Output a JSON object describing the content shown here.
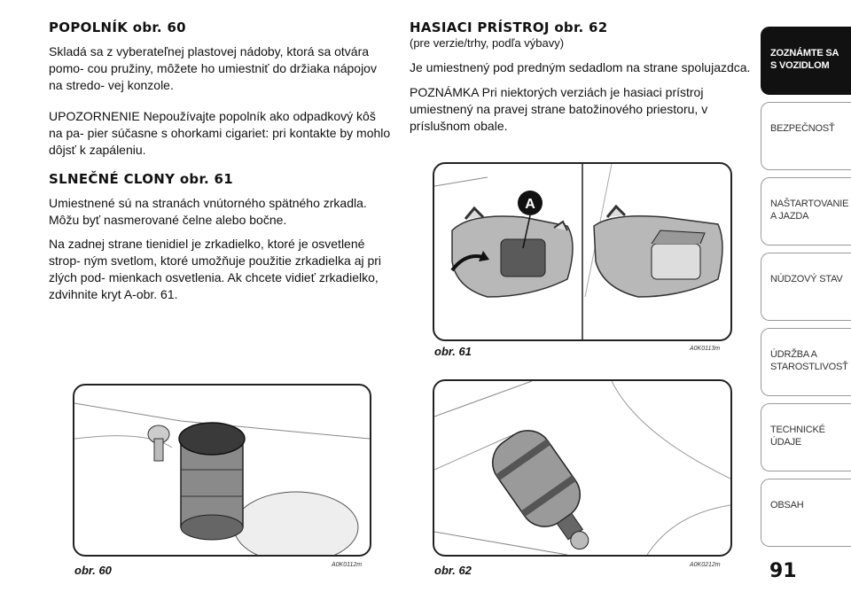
{
  "left": {
    "h1": "POPOLNÍK obr. 60",
    "p1": "Skladá sa z vyberateľnej plastovej nádoby, ktorá sa otvára pomo- cou pružiny, môžete ho umiestniť do držiaka nápojov na stredo- vej konzole.",
    "p2": "UPOZORNENIE Nepoužívajte popolník ako odpadkový kôš na pa- pier súčasne s ohorkami cigariet: pri kontakte by mohlo dôjsť k zapáleniu.",
    "h2": "SLNEČNÉ CLONY obr. 61",
    "p3": "Umiestnené sú na stranách vnútorného spätného zrkadla. Môžu byť nasmerované čelne alebo bočne.",
    "p4": "Na zadnej strane tienidiel je zrkadielko, ktoré je osvetlené strop- ným svetlom, ktoré umožňuje použitie zrkadielka aj pri zlých pod- mienkach osvetlenia. Ak chcete vidieť zrkadielko, zdvihnite kryt A-obr. 61."
  },
  "right": {
    "h1": "HASIACI PRÍSTROJ obr. 62",
    "sub": "(pre verzie/trhy, podľa výbavy)",
    "p1": "Je umiestnený pod predným sedadlom na strane spolujazdca.",
    "p2": "POZNÁMKA Pri niektorých verziách je hasiaci prístroj umiestnený na pravej strane batožinového priestoru, v príslušnom obale."
  },
  "figures": {
    "f61": {
      "caption": "obr. 61",
      "code": "A0K0113m",
      "marker": "A"
    },
    "f62": {
      "caption": "obr. 62",
      "code": "A0K0212m"
    },
    "f60": {
      "caption": "obr. 60",
      "code": "A0K0112m"
    }
  },
  "tabs": [
    {
      "label": "ZOZNÁMTE SA S VOZIDLOM",
      "active": true
    },
    {
      "label": "BEZPEČNOSŤ"
    },
    {
      "label": "NAŠTARTOVANIE A JAZDA"
    },
    {
      "label": "NÚDZOVÝ STAV"
    },
    {
      "label": "ÚDRŽBA A STAROSTLIVOSŤ"
    },
    {
      "label": "TECHNICKÉ ÚDAJE"
    },
    {
      "label": "OBSAH"
    }
  ],
  "page_number": "91"
}
